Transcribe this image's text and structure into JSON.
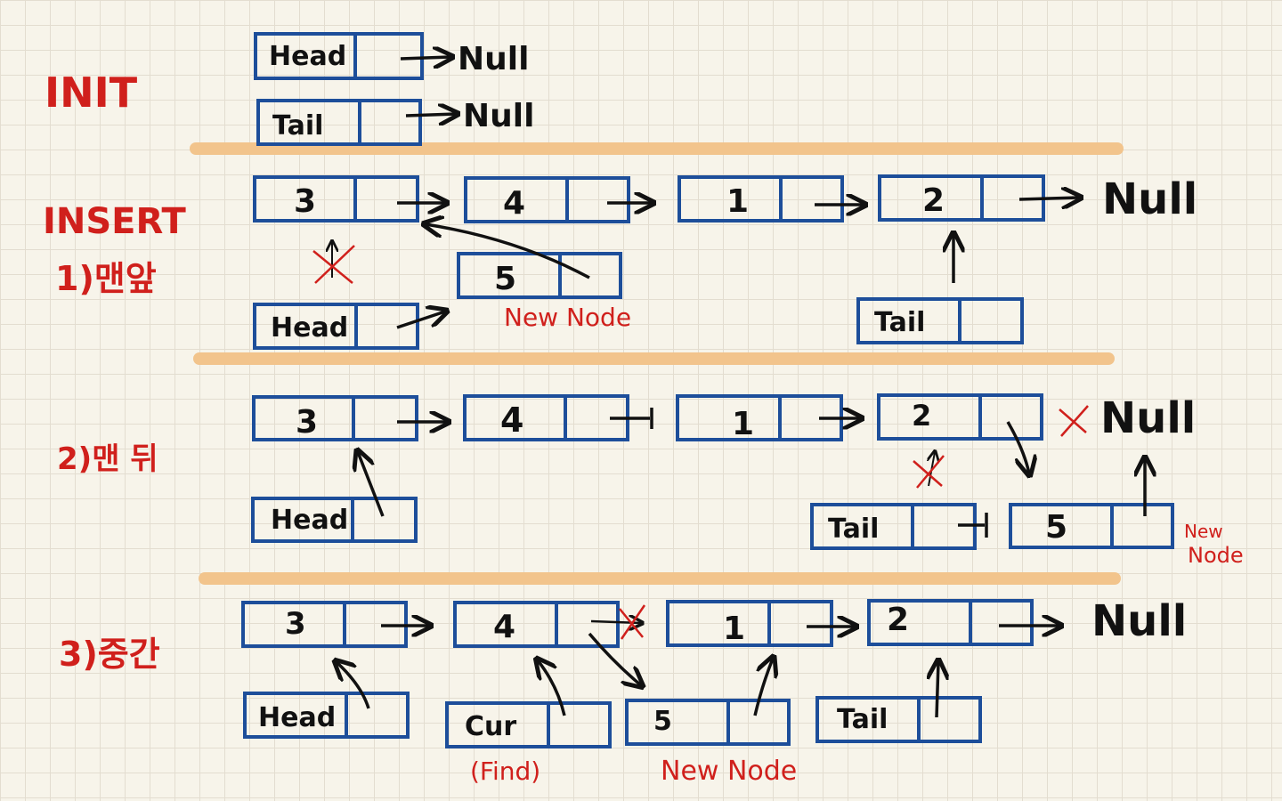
{
  "sections": {
    "init": "INIT",
    "insert": "INSERT",
    "front": "1)맨앞",
    "back": "2)맨 뒤",
    "middle": "3)중간"
  },
  "init": {
    "head": "Head",
    "tail": "Tail",
    "null_head": "Null",
    "null_tail": "Null"
  },
  "front": {
    "nodes": [
      "3",
      "4",
      "1",
      "2"
    ],
    "null": "Null",
    "new_node": "5",
    "new_node_label": "New Node",
    "head": "Head",
    "tail": "Tail"
  },
  "back": {
    "nodes": [
      "3",
      "4",
      "1",
      "2"
    ],
    "null": "Null",
    "new_node": "5",
    "new_node_label_1": "New",
    "new_node_label_2": "Node",
    "head": "Head",
    "tail": "Tail"
  },
  "middle": {
    "nodes": [
      "3",
      "4",
      "1",
      "2"
    ],
    "null": "Null",
    "head": "Head",
    "cur": "Cur",
    "cur_note": "(Find)",
    "new_node": "5",
    "new_node_label": "New Node",
    "tail": "Tail"
  },
  "colors": {
    "box": "#1d4e9a",
    "ink": "#111111",
    "red": "#d0201c",
    "separator": "#f2c48c"
  }
}
